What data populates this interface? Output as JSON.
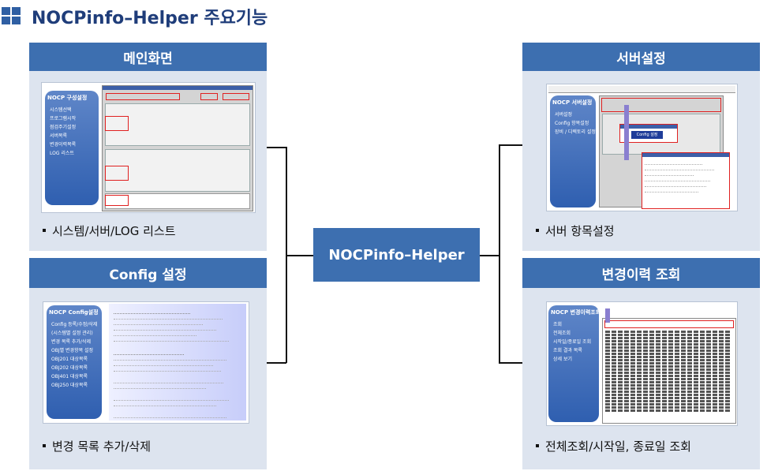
{
  "page": {
    "title": "NOCPinfo–Helper 주요기능"
  },
  "center": {
    "label": "NOCPinfo–Helper"
  },
  "panels": {
    "main": {
      "header": "메인화면",
      "caption": "시스템/서버/LOG 리스트",
      "sidebar_title": "NOCP 구성설정",
      "sidebar_items": [
        "시스템선택",
        "프로그램시작",
        "점검주기설정",
        "서버목록",
        "변경이력목록",
        "LOG 리스트"
      ]
    },
    "config": {
      "header": "Config 설정",
      "caption": "변경 목록 추가/삭제",
      "sidebar_title": "NOCP Config설정",
      "sidebar_items": [
        "Config 등록/수정/삭제",
        "(시스템별 설정 관리)",
        "변경 목록 추가/삭제",
        "OBJ별 변경항목 설정",
        "OBJ201 대상목록",
        "OBJ202 대상목록",
        "OBJ401 대상목록",
        "OBJ250 대상목록"
      ]
    },
    "server": {
      "header": "서버설정",
      "caption": "서버 항목설정",
      "sidebar_title": "NOCP 서버설정",
      "sidebar_items": [
        "서버설정",
        "Config 항목설정",
        "장비 / 디렉토리 설정"
      ],
      "popup_button": "Config 설정"
    },
    "history": {
      "header": "변경이력 조회",
      "caption": "전체조회/시작일, 종료일 조회",
      "sidebar_title": "NOCP 변경이력조회",
      "sidebar_items": [
        "조회",
        "전체조회",
        "시작일/종료일 조회",
        "조회 결과 목록",
        "상세 보기"
      ]
    }
  },
  "colors": {
    "accent": "#3d6fb0",
    "title": "#1f3d7a",
    "panel_bg": "#dde4ef",
    "highlight": "#e02020"
  }
}
